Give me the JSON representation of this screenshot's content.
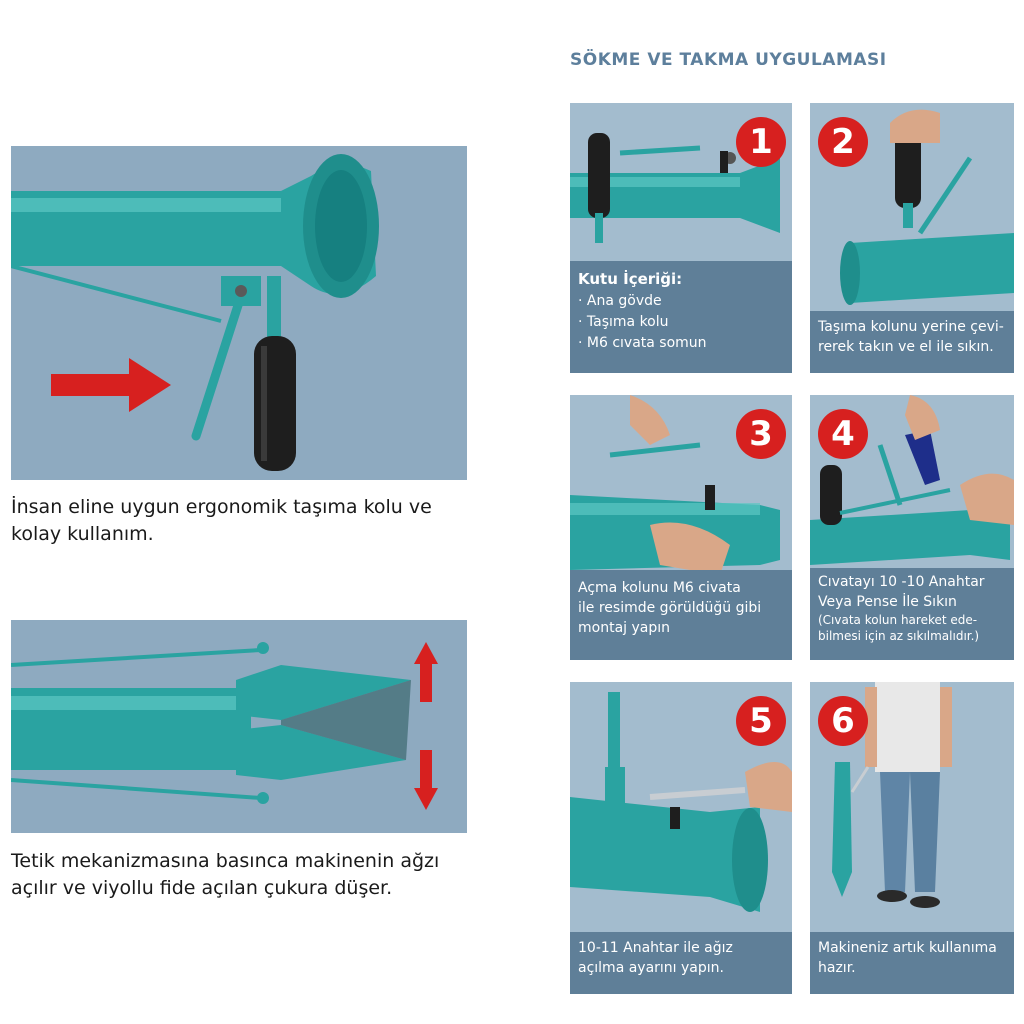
{
  "left": {
    "feature1_caption_line1": "İnsan eline uygun ergonomik taşıma kolu ve",
    "feature1_caption_line2": "kolay kullanım.",
    "feature2_caption_line1": "Tetik mekanizmasına basınca makinenin ağzı",
    "feature2_caption_line2": "açılır ve viyollu fide açılan çukura düşer."
  },
  "right": {
    "section_title": "SÖKME VE  TAKMA UYGULAMASI",
    "steps": [
      {
        "number": "1",
        "title": "Kutu İçeriği:",
        "items": [
          "· Ana gövde",
          "· Taşıma kolu",
          "· M6 cıvata somun"
        ]
      },
      {
        "number": "2",
        "line1": "Taşıma kolunu yerine çevi-",
        "line2": "rerek takın ve el ile sıkın."
      },
      {
        "number": "3",
        "line1": "Açma kolunu M6 civata",
        "line2": "ile resimde görüldüğü gibi",
        "line3": "montaj yapın"
      },
      {
        "number": "4",
        "line1": "Cıvatayı 10 -10 Anahtar",
        "line2": "Veya Pense İle Sıkın",
        "line3": "(Cıvata kolun hareket ede-",
        "line4": "bilmesi için az sıkılmalıdır.)"
      },
      {
        "number": "5",
        "line1": "10-11 Anahtar ile ağız",
        "line2": "açılma ayarını yapın."
      },
      {
        "number": "6",
        "line1": "Makineniz artık kullanıma",
        "line2": "hazır."
      }
    ]
  },
  "colors": {
    "accent_red": "#d7201f",
    "pipe_teal": "#2ea8a6",
    "caption_bar": "#5f7f98",
    "title_blue": "#5d7f9c"
  }
}
